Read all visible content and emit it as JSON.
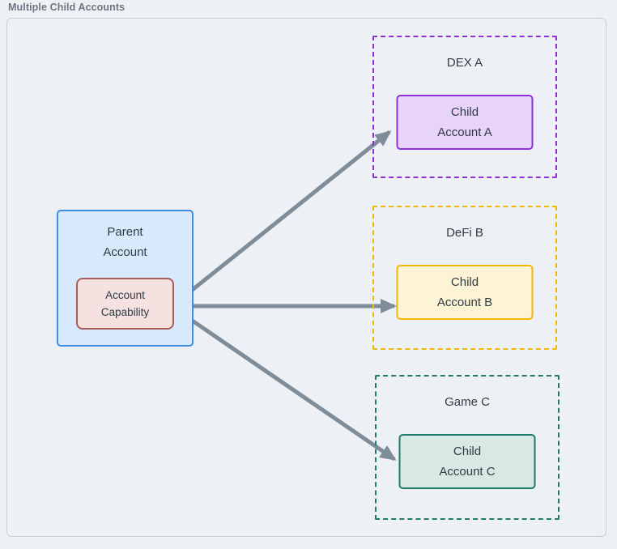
{
  "title": "Multiple Child Accounts",
  "colors": {
    "page_bg": "#eef1f4",
    "canvas_bg": "#edf0f4",
    "canvas_border": "#c9d0d8",
    "title_text": "#6b7683",
    "node_text": "#2f3b45",
    "arrow": "#7f8d9b",
    "parent_fill": "#d8e9fb",
    "parent_border": "#3e8ee0",
    "capability_fill": "#f4e1e0",
    "capability_border": "#a85d5a"
  },
  "parent": {
    "label": [
      "Parent",
      "Account"
    ],
    "capability_label": [
      "Account",
      "Capability"
    ]
  },
  "children": [
    {
      "container_label": "DEX A",
      "node_label": [
        "Child",
        "Account A"
      ],
      "accent": "#8e2fd6",
      "fill": "#e8d4f8"
    },
    {
      "container_label": "DeFi B",
      "node_label": [
        "Child",
        "Account B"
      ],
      "accent": "#efb902",
      "fill": "#fdf4d5"
    },
    {
      "container_label": "Game C",
      "node_label": [
        "Child",
        "Account C"
      ],
      "accent": "#1f7a68",
      "fill": "#d9e8e2"
    }
  ]
}
